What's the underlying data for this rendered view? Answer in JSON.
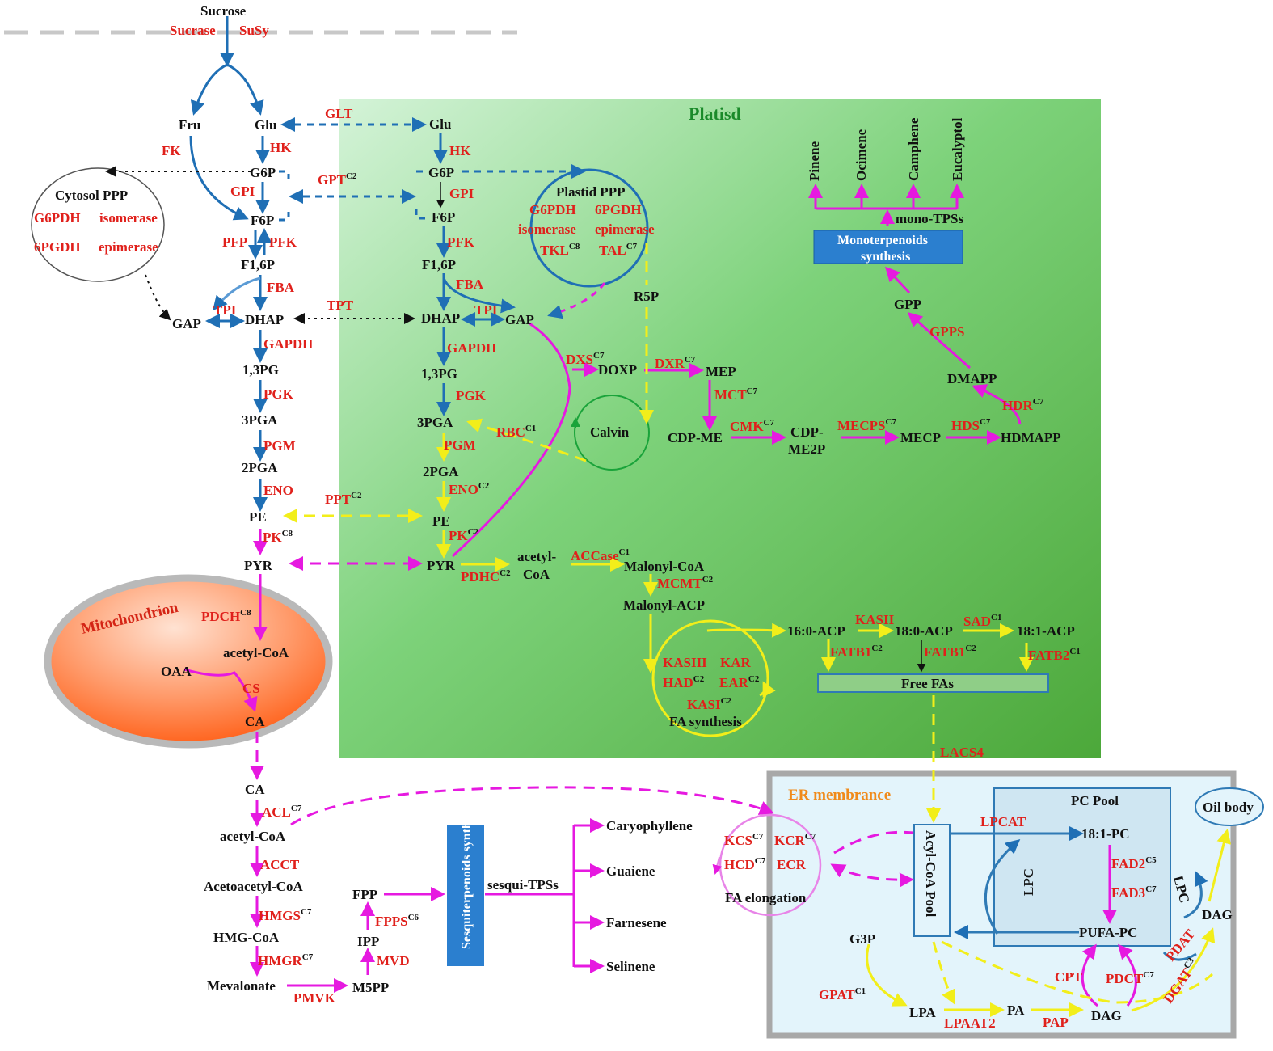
{
  "colors": {
    "enzyme": "#e0201b",
    "blue_arrow": "#1f6fb5",
    "magenta_arrow": "#e619e0",
    "yellow_arrow": "#f2ee1a",
    "plastid_green": "#5fc456",
    "er_blue": "#e3f4fb",
    "mito_orange": "#ff6a1a"
  },
  "regions": {
    "plastid": "Platisd",
    "mitochondrion": "Mitochondrion",
    "er": "ER membrance",
    "pc_pool": "PC Pool",
    "acyl_pool": "Acyl-CoA Pool",
    "oil_body": "Oil body",
    "cytosol_ppp": "Cytosol PPP",
    "plastid_ppp": "Plastid PPP",
    "calvin": "Calvin",
    "fa_synthesis": "FA synthesis",
    "fa_elongation": "FA elongation",
    "mono_box_1": "Monoterpenoids",
    "mono_box_2": "synthesis",
    "sesqui_box": "Sesquiterpenoids synthesis",
    "free_fas": "Free FAs"
  },
  "labels": {
    "sucrose": "Sucrose",
    "sucrase": "Sucrase",
    "susy": "SuSy",
    "fru": "Fru",
    "glu_c": "Glu",
    "fk": "FK",
    "hk_c": "HK",
    "glt": "GLT",
    "glu_p": "Glu",
    "hk_p": "HK",
    "g6p_c": "G6P",
    "gpt": "GPT",
    "g6p_p": "G6P",
    "gpi_c": "GPI",
    "gpi_p": "GPI",
    "f6p_c": "F6P",
    "f6p_p": "F6P",
    "pfp": "PFP",
    "pfk_c": "PFK",
    "pfk_p": "PFK",
    "f16p_c": "F1,6P",
    "f16p_p": "F1,6P",
    "fba_c": "FBA",
    "fba_p": "FBA",
    "g6pdh_c": "G6PDH",
    "isomerase_c": "isomerase",
    "pgdh6_c": "6PGDH",
    "epimerase_c": "epimerase",
    "g6pdh_p": "G6PDH",
    "pgdh6_p": "6PGDH",
    "isomerase_p": "isomerase",
    "epimerase_p": "epimerase",
    "tkl": "TKL",
    "tal": "TAL",
    "r5p": "R5P",
    "gap_c": "GAP",
    "tpi_c": "TPI",
    "dhap_c": "DHAP",
    "tpt": "TPT",
    "dhap_p": "DHAP",
    "tpi_p": "TPI",
    "gap_p": "GAP",
    "gapdh_c": "GAPDH",
    "gapdh_p": "GAPDH",
    "pg13_c": "1,3PG",
    "pg13_p": "1,3PG",
    "pgk_c": "PGK",
    "pgk_p": "PGK",
    "pga3_c": "3PGA",
    "pga3_p": "3PGA",
    "rbc": "RBC",
    "pgm_c": "PGM",
    "pgm_p": "PGM",
    "pga2_c": "2PGA",
    "pga2_p": "2PGA",
    "eno_c": "ENO",
    "eno_p": "ENO",
    "pe_c": "PE",
    "ppt": "PPT",
    "pe_p": "PE",
    "pk_c": "PK",
    "pk_p": "PK",
    "pyr_c": "PYR",
    "pyr_p": "PYR",
    "pdhc": "PDHC",
    "acetyl_p_1": "acetyl-",
    "acetyl_p_2": "CoA",
    "accase": "ACCase",
    "malonyl_coa": "Malonyl-CoA",
    "mcmt": "MCMT",
    "malonyl_acp": "Malonyl-ACP",
    "pdch": "PDCH",
    "acetyl_m": "acetyl-CoA",
    "oaa": "OAA",
    "cs": "CS",
    "ca_m": "CA",
    "ca_c": "CA",
    "acl": "ACL",
    "acetyl_c": "acetyl-CoA",
    "acct": "ACCT",
    "acetoacetyl": "Acetoacetyl-CoA",
    "hmgs": "HMGS",
    "hmg_coa": "HMG-CoA",
    "hmgr": "HMGR",
    "mevalonate": "Mevalonate",
    "pmvk": "PMVK",
    "m5pp": "M5PP",
    "mvd": "MVD",
    "ipp": "IPP",
    "fpps": "FPPS",
    "fpp": "FPP",
    "sesqui_tps": "sesqui-TPSs",
    "caryophyllene": "Caryophyllene",
    "guaiene": "Guaiene",
    "farnesene": "Farnesene",
    "selinene": "Selinene",
    "dxs": "DXS",
    "doxp": "DOXP",
    "dxr": "DXR",
    "mep": "MEP",
    "mct": "MCT",
    "cdp_me": "CDP-ME",
    "cmk": "CMK",
    "cdp_me2p_1": "CDP-",
    "cdp_me2p_2": "ME2P",
    "mecps": "MECPS",
    "mecp": "MECP",
    "hds": "HDS",
    "hdmapp": "HDMAPP",
    "hdr": "HDR",
    "dmapp": "DMAPP",
    "gpps": "GPPS",
    "gpp": "GPP",
    "mono_tps": "mono-TPSs",
    "pinene": "Pinene",
    "ocimene": "Ocimene",
    "camphene": "Camphene",
    "eucalyptol": "Eucalyptol",
    "kasiii": "KASIII",
    "kar": "KAR",
    "had": "HAD",
    "ear": "EAR",
    "kasi": "KASI",
    "acp160": "16:0-ACP",
    "kasii": "KASII",
    "acp180": "18:0-ACP",
    "sad": "SAD",
    "acp181": "18:1-ACP",
    "fatb1_a": "FATB1",
    "fatb1_b": "FATB1",
    "fatb2": "FATB2",
    "lacs4": "LACS4",
    "kcs": "KCS",
    "kcr": "KCR",
    "hcd": "HCD",
    "ecr": "ECR",
    "lpcat": "LPCAT",
    "pc181": "18:1-PC",
    "fad2": "FAD2",
    "fad3": "FAD3",
    "pufa_pc": "PUFA-PC",
    "lpc_a": "LPC",
    "lpc_b": "LPC",
    "dag_r": "DAG",
    "g3p": "G3P",
    "gpat": "GPAT",
    "lpa": "LPA",
    "lpaat2": "LPAAT2",
    "pa": "PA",
    "pap": "PAP",
    "dag_b": "DAG",
    "cpt": "CPT",
    "pdct": "PDCT",
    "pdat": "PDAT",
    "dgat": "DGAT"
  },
  "sups": {
    "gpt": "C2",
    "tkl": "C8",
    "tal": "C7",
    "rbc": "C1",
    "eno_p": "C2",
    "ppt": "C2",
    "pk_c": "C8",
    "pk_p": "C2",
    "pdhc": "C2",
    "accase": "C1",
    "mcmt": "C2",
    "pdch": "C8",
    "acl": "C7",
    "hmgs": "C7",
    "hmgr": "C7",
    "fpps": "C6",
    "dxs": "C7",
    "dxr": "C7",
    "mct": "C7",
    "cmk": "C7",
    "mecps": "C7",
    "hds": "C7",
    "hdr": "C7",
    "had": "C2",
    "ear": "C2",
    "kasi": "C2",
    "sad": "C1",
    "fatb1_a": "C2",
    "fatb1_b": "C2",
    "fatb2": "C1",
    "kcs": "C7",
    "kcr": "C7",
    "hcd": "C7",
    "fad2": "C5",
    "fad3": "C7",
    "gpat": "C1",
    "pdct": "C7",
    "dgat": "C3"
  }
}
